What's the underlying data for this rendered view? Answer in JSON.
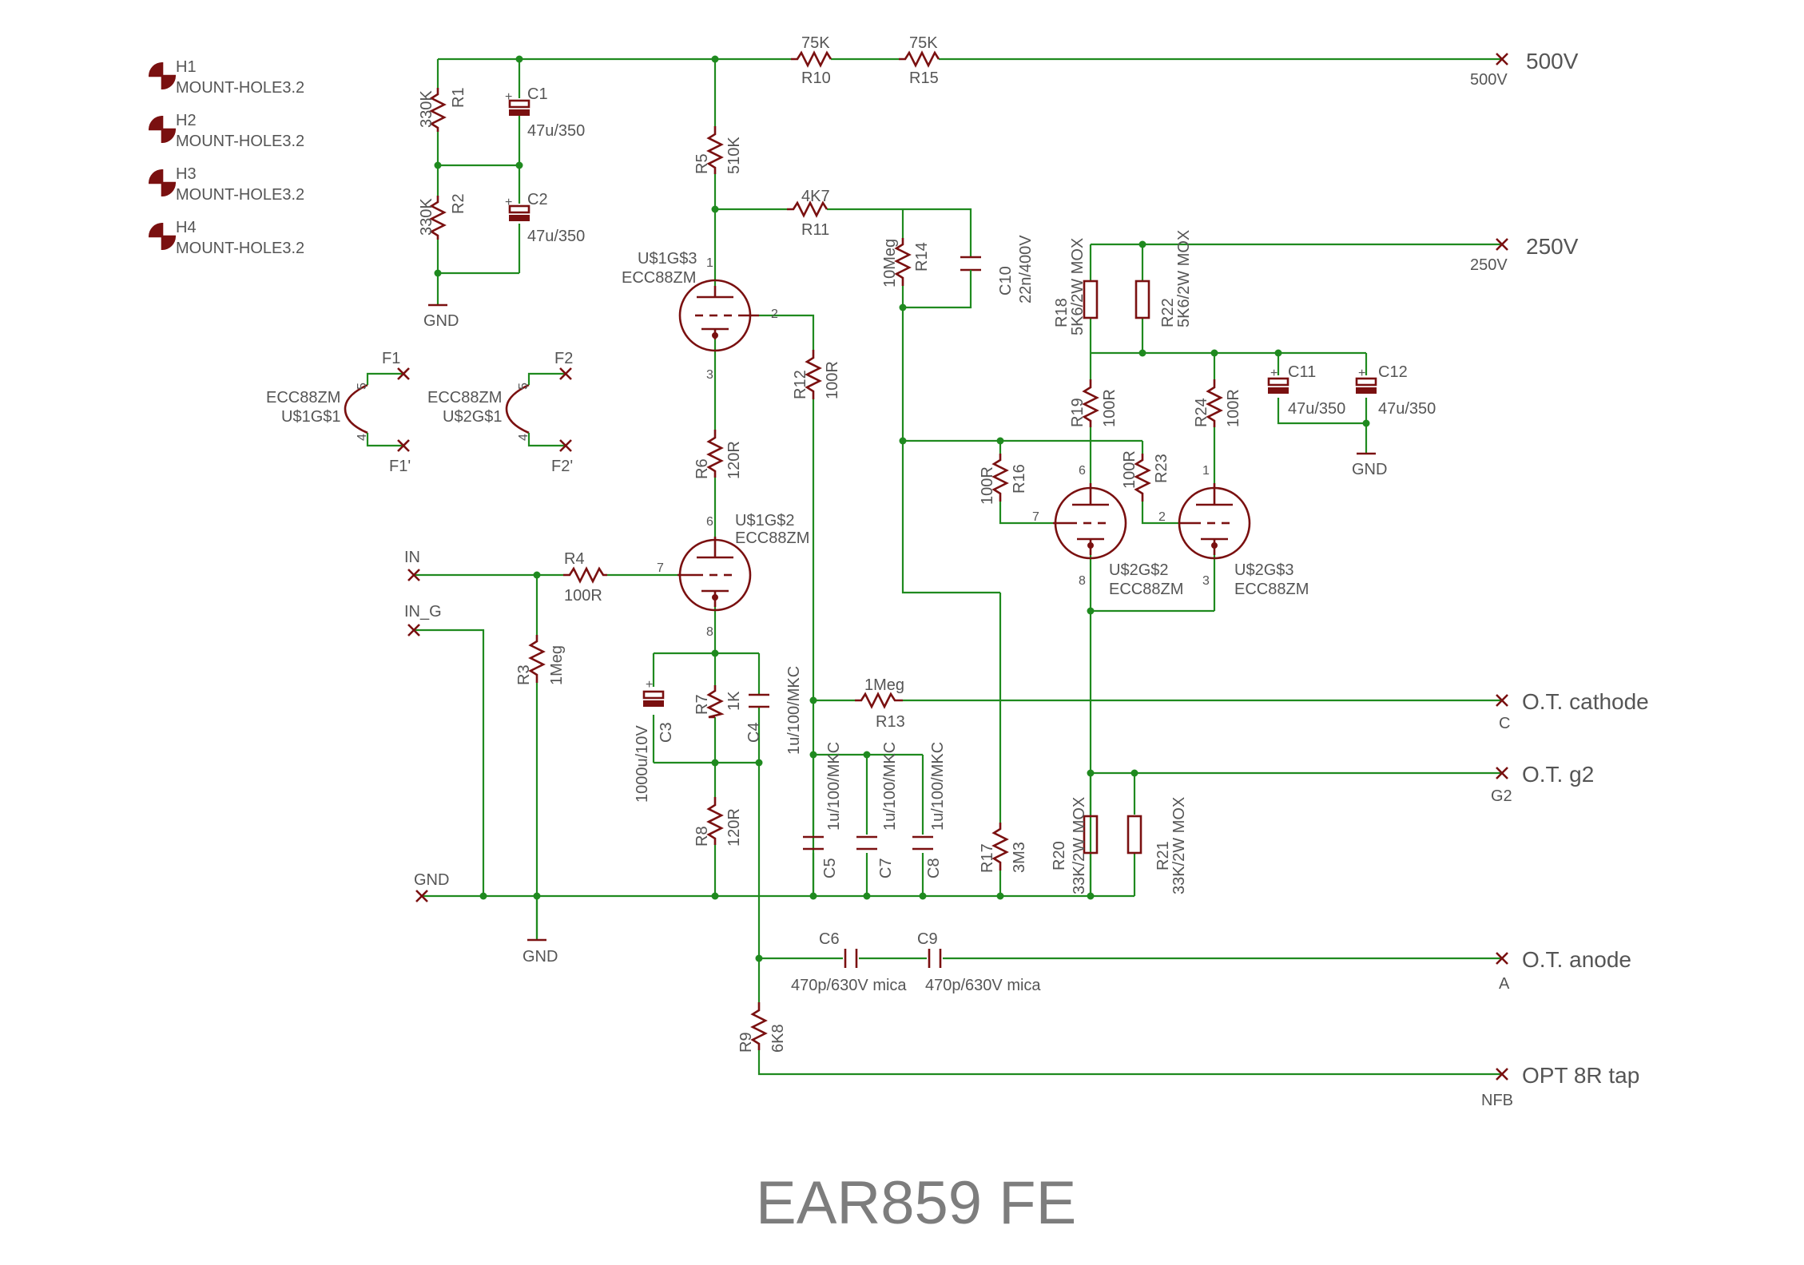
{
  "title": "EAR859 FE",
  "rails": {
    "r500": {
      "label": "500V",
      "name": "500V"
    },
    "r250": {
      "label": "250V",
      "name": "250V"
    }
  },
  "ports": {
    "in": "IN",
    "in_g": "IN_G",
    "gnd": "GND",
    "ot_cathode": {
      "label": "O.T. cathode",
      "name": "C"
    },
    "ot_g2": {
      "label": "O.T. g2",
      "name": "G2"
    },
    "ot_anode": {
      "label": "O.T. anode",
      "name": "A"
    },
    "opt_tap": {
      "label": "OPT 8R tap",
      "name": "NFB"
    }
  },
  "mount_holes": [
    {
      "ref": "H1",
      "value": "MOUNT-HOLE3.2"
    },
    {
      "ref": "H2",
      "value": "MOUNT-HOLE3.2"
    },
    {
      "ref": "H3",
      "value": "MOUNT-HOLE3.2"
    },
    {
      "ref": "H4",
      "value": "MOUNT-HOLE3.2"
    }
  ],
  "heaters": [
    {
      "part": "ECC88ZM",
      "ref": "U$1G$1",
      "pin_a": "5",
      "pin_b": "4",
      "f": "F1",
      "f_prime": "F1'"
    },
    {
      "part": "ECC88ZM",
      "ref": "U$2G$1",
      "pin_a": "5",
      "pin_b": "4",
      "f": "F2",
      "f_prime": "F2'"
    }
  ],
  "gnd_label": "GND",
  "resistors": {
    "R1": {
      "ref": "R1",
      "value": "330K"
    },
    "R2": {
      "ref": "R2",
      "value": "330K"
    },
    "R3": {
      "ref": "R3",
      "value": "1Meg"
    },
    "R4": {
      "ref": "R4",
      "value": "100R"
    },
    "R5": {
      "ref": "R5",
      "value": "510K"
    },
    "R6": {
      "ref": "R6",
      "value": "120R"
    },
    "R7": {
      "ref": "R7",
      "value": "1K"
    },
    "R8": {
      "ref": "R8",
      "value": "120R"
    },
    "R9": {
      "ref": "R9",
      "value": "6K8"
    },
    "R10": {
      "ref": "R10",
      "value": "75K"
    },
    "R11": {
      "ref": "R11",
      "value": "4K7"
    },
    "R12": {
      "ref": "R12",
      "value": "100R"
    },
    "R13": {
      "ref": "R13",
      "value": "1Meg"
    },
    "R14": {
      "ref": "R14",
      "value": "10Meg"
    },
    "R15": {
      "ref": "R15",
      "value": "75K"
    },
    "R16": {
      "ref": "R16",
      "value": "100R"
    },
    "R17": {
      "ref": "R17",
      "value": "3M3"
    },
    "R18": {
      "ref": "R18",
      "value": "5K6/2W MOX"
    },
    "R19": {
      "ref": "R19",
      "value": "100R"
    },
    "R20": {
      "ref": "R20",
      "value": "33K/2W MOX"
    },
    "R21": {
      "ref": "R21",
      "value": "33K/2W MOX"
    },
    "R22": {
      "ref": "R22",
      "value": "5K6/2W MOX"
    },
    "R23": {
      "ref": "R23",
      "value": "100R"
    },
    "R24": {
      "ref": "R24",
      "value": "100R"
    }
  },
  "capacitors": {
    "C1": {
      "ref": "C1",
      "value": "47u/350"
    },
    "C2": {
      "ref": "C2",
      "value": "47u/350"
    },
    "C3": {
      "ref": "C3",
      "value": "1000u/10V"
    },
    "C4": {
      "ref": "C4",
      "value": "1u/100/MKC"
    },
    "C5": {
      "ref": "C5",
      "value": "1u/100/MKC"
    },
    "C6": {
      "ref": "C6",
      "value": "470p/630V mica"
    },
    "C7": {
      "ref": "C7",
      "value": "1u/100/MKC"
    },
    "C8": {
      "ref": "C8",
      "value": "1u/100/MKC"
    },
    "C9": {
      "ref": "C9",
      "value": "470p/630V mica"
    },
    "C10": {
      "ref": "C10",
      "value": "22n/400V"
    },
    "C11": {
      "ref": "C11",
      "value": "47u/350"
    },
    "C12": {
      "ref": "C12",
      "value": "47u/350"
    }
  },
  "tubes": {
    "u1g3": {
      "ref": "U$1G$3",
      "part": "ECC88ZM",
      "pin_plate": "1",
      "pin_grid": "2",
      "pin_cathode": "3"
    },
    "u1g2": {
      "ref": "U$1G$2",
      "part": "ECC88ZM",
      "pin_plate": "6",
      "pin_grid": "7",
      "pin_cathode": "8"
    },
    "u2g2": {
      "ref": "U$2G$2",
      "part": "ECC88ZM",
      "pin_plate": "6",
      "pin_grid": "7",
      "pin_cathode": "8"
    },
    "u2g3": {
      "ref": "U$2G$3",
      "part": "ECC88ZM",
      "pin_plate": "1",
      "pin_grid": "2",
      "pin_cathode": "3"
    }
  },
  "colors": {
    "wire": "#1f8a1f",
    "part": "#7a1010",
    "text": "#555555",
    "title": "#7d7d7d",
    "background": "#ffffff"
  }
}
